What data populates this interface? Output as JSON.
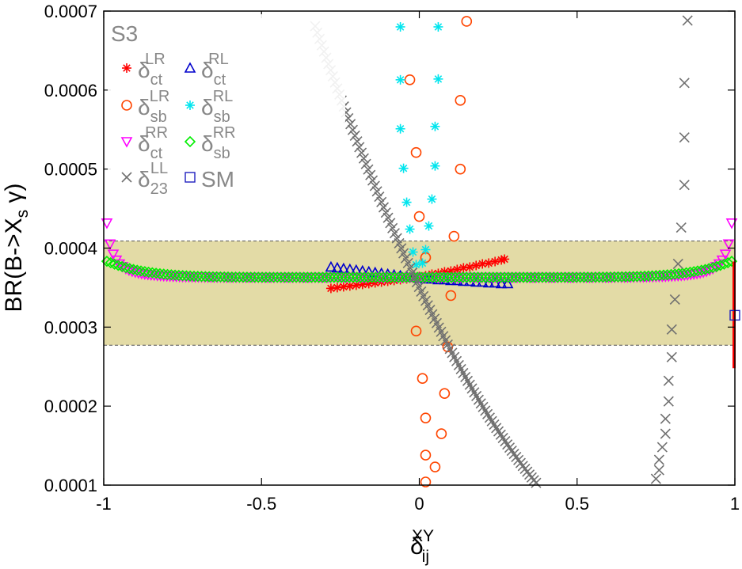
{
  "chart_data": {
    "type": "scatter",
    "panel_label": "S3",
    "xlabel": {
      "base": "δ",
      "sub": "ij",
      "sup": "XY"
    },
    "ylabel": {
      "prefix": "BR(B->X",
      "sub": "s",
      "suffix": " γ)"
    },
    "xlim": [
      -1,
      1
    ],
    "ylim": [
      0.0001,
      0.0007
    ],
    "x_ticks": [
      "-1",
      "-0.5",
      "0",
      "0.5",
      "1"
    ],
    "y_ticks": [
      "0.0001",
      "0.0002",
      "0.0003",
      "0.0004",
      "0.0005",
      "0.0006",
      "0.0007"
    ],
    "band": {
      "ymin": 0.000277,
      "ymax": 0.000409,
      "color": "#e3dba6"
    },
    "sm_point": {
      "x": 1.0,
      "y": 0.000315,
      "yerr_low": 0.000248,
      "yerr_high": 0.000383,
      "marker_color": "#1f1fbf",
      "err_color": "#ff0000"
    },
    "legend": [
      {
        "base": "δ",
        "sub": "ct",
        "sup": "LR",
        "marker": "star",
        "color": "#ff0000"
      },
      {
        "base": "δ",
        "sub": "ct",
        "sup": "RL",
        "marker": "triangle",
        "color": "#0000cc"
      },
      {
        "base": "δ",
        "sub": "sb",
        "sup": "LR",
        "marker": "circle",
        "color": "#ff4500"
      },
      {
        "base": "δ",
        "sub": "sb",
        "sup": "RL",
        "marker": "star",
        "color": "#00e5ee"
      },
      {
        "base": "δ",
        "sub": "ct",
        "sup": "RR",
        "marker": "triangle-down",
        "color": "#ff00ff"
      },
      {
        "base": "δ",
        "sub": "sb",
        "sup": "RR",
        "marker": "diamond",
        "color": "#00ee00"
      },
      {
        "base": "δ",
        "sub": "23",
        "sup": "LL",
        "marker": "cross",
        "color": "#707070"
      },
      {
        "label": "SM",
        "marker": "square",
        "color": "#1f1fbf"
      }
    ],
    "series": [
      {
        "key": "ct_LR",
        "marker": "star",
        "color": "#ff0000",
        "points": [
          [
            -0.28,
            0.000349
          ],
          [
            -0.26,
            0.00035
          ],
          [
            -0.24,
            0.000351
          ],
          [
            -0.22,
            0.000352
          ],
          [
            -0.2,
            0.000353
          ],
          [
            -0.18,
            0.000354
          ],
          [
            -0.16,
            0.000355
          ],
          [
            -0.14,
            0.000356
          ],
          [
            -0.12,
            0.000357
          ],
          [
            -0.1,
            0.000358
          ],
          [
            -0.08,
            0.000359
          ],
          [
            -0.06,
            0.00036
          ],
          [
            -0.04,
            0.000361
          ],
          [
            -0.02,
            0.000362
          ],
          [
            0.0,
            0.000364
          ],
          [
            0.02,
            0.000365
          ],
          [
            0.04,
            0.000367
          ],
          [
            0.06,
            0.000368
          ],
          [
            0.08,
            0.00037
          ],
          [
            0.1,
            0.000371
          ],
          [
            0.12,
            0.000373
          ],
          [
            0.14,
            0.000375
          ],
          [
            0.16,
            0.000376
          ],
          [
            0.18,
            0.000378
          ],
          [
            0.2,
            0.00038
          ],
          [
            0.22,
            0.000381
          ],
          [
            0.24,
            0.000383
          ],
          [
            0.26,
            0.000385
          ],
          [
            0.27,
            0.000386
          ]
        ]
      },
      {
        "key": "ct_RL",
        "marker": "triangle",
        "color": "#0000cc",
        "points": [
          [
            -0.28,
            0.000376
          ],
          [
            -0.26,
            0.000375
          ],
          [
            -0.24,
            0.000374
          ],
          [
            -0.22,
            0.000373
          ],
          [
            -0.2,
            0.000372
          ],
          [
            -0.18,
            0.000371
          ],
          [
            -0.16,
            0.00037
          ],
          [
            -0.14,
            0.000369
          ],
          [
            -0.12,
            0.000368
          ],
          [
            -0.1,
            0.000367
          ],
          [
            -0.08,
            0.000366
          ],
          [
            -0.06,
            0.000365
          ],
          [
            -0.04,
            0.000364
          ],
          [
            -0.02,
            0.000363
          ],
          [
            0.0,
            0.000362
          ],
          [
            0.02,
            0.000361
          ],
          [
            0.04,
            0.000361
          ],
          [
            0.06,
            0.00036
          ],
          [
            0.08,
            0.00036
          ],
          [
            0.1,
            0.000359
          ],
          [
            0.12,
            0.000359
          ],
          [
            0.14,
            0.000358
          ],
          [
            0.16,
            0.000358
          ],
          [
            0.18,
            0.000357
          ],
          [
            0.2,
            0.000357
          ],
          [
            0.22,
            0.000356
          ],
          [
            0.24,
            0.000356
          ],
          [
            0.26,
            0.000355
          ],
          [
            0.28,
            0.000355
          ]
        ]
      },
      {
        "key": "sb_LR",
        "marker": "circle",
        "color": "#ff4500",
        "points": [
          [
            0.15,
            0.000687
          ],
          [
            -0.03,
            0.000613
          ],
          [
            0.13,
            0.000587
          ],
          [
            -0.01,
            0.000521
          ],
          [
            0.13,
            0.0005
          ],
          [
            0.0,
            0.00044
          ],
          [
            0.11,
            0.000415
          ],
          [
            0.02,
            0.000388
          ],
          [
            0.1,
            0.00034
          ],
          [
            -0.01,
            0.000295
          ],
          [
            0.09,
            0.000275
          ],
          [
            0.01,
            0.000235
          ],
          [
            0.08,
            0.000216
          ],
          [
            0.02,
            0.000185
          ],
          [
            0.07,
            0.000165
          ],
          [
            0.02,
            0.000138
          ],
          [
            0.05,
            0.000123
          ],
          [
            0.02,
            0.000104
          ]
        ]
      },
      {
        "key": "sb_RL",
        "marker": "star",
        "color": "#00e5ee",
        "points": [
          [
            -0.06,
            0.00068
          ],
          [
            0.06,
            0.00068
          ],
          [
            -0.06,
            0.000613
          ],
          [
            0.06,
            0.000614
          ],
          [
            -0.06,
            0.000551
          ],
          [
            0.05,
            0.000554
          ],
          [
            -0.05,
            0.000501
          ],
          [
            0.05,
            0.000504
          ],
          [
            -0.04,
            0.000458
          ],
          [
            0.04,
            0.000462
          ],
          [
            -0.03,
            0.000424
          ],
          [
            0.03,
            0.000428
          ],
          [
            -0.02,
            0.000395
          ],
          [
            0.02,
            0.000398
          ],
          [
            -0.01,
            0.000379
          ],
          [
            0.01,
            0.000381
          ]
        ]
      },
      {
        "key": "ct_RR",
        "marker": "triangle-down",
        "color": "#ff00ff",
        "curve": "ct_RR"
      },
      {
        "key": "sb_RR",
        "marker": "diamond",
        "color": "#00ee00",
        "curve": "sb_RR"
      },
      {
        "key": "23_LL_main",
        "marker": "cross",
        "color": "#707070",
        "curve": "LL_main"
      },
      {
        "key": "23_LL_right",
        "marker": "cross",
        "color": "#707070",
        "points": [
          [
            0.85,
            0.000688
          ],
          [
            0.84,
            0.000609
          ],
          [
            0.84,
            0.00054
          ],
          [
            0.84,
            0.00048
          ],
          [
            0.83,
            0.000426
          ],
          [
            0.82,
            0.00038
          ],
          [
            0.81,
            0.000335
          ],
          [
            0.8,
            0.000297
          ],
          [
            0.8,
            0.000262
          ],
          [
            0.79,
            0.000232
          ],
          [
            0.79,
            0.000206
          ],
          [
            0.78,
            0.000184
          ],
          [
            0.78,
            0.000165
          ],
          [
            0.77,
            0.000148
          ],
          [
            0.76,
            0.000132
          ],
          [
            0.76,
            0.000119
          ],
          [
            0.75,
            0.000108
          ]
        ]
      }
    ]
  }
}
